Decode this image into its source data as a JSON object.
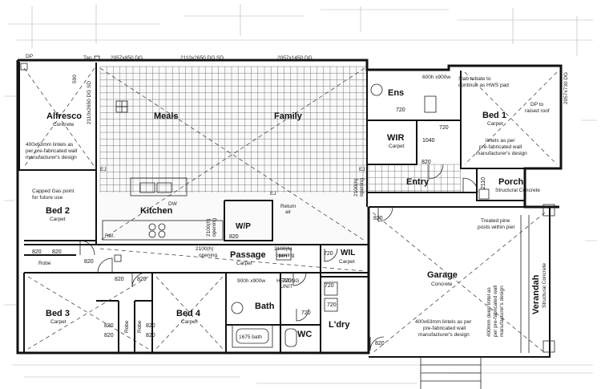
{
  "window_labels": {
    "w_alfresco_top": "2057x850 DG",
    "w_meals_top": "2110x2650 DG SD",
    "w_family_top": "2057x1450 DG",
    "w_alfresco_side": "2110x2650 DG SD",
    "w_bed1_side": "2057x730 DG",
    "w_ens": "600h x900w",
    "w_bath": "900h x900w",
    "dp": "DP",
    "tap": "Tap",
    "dim_590": "590",
    "ej1": "EJ",
    "ej2": "EJ",
    "ej3": "EJ"
  },
  "rooms": {
    "alfresco": {
      "name": "Alfresco",
      "floor": "Concrete"
    },
    "meals": {
      "name": "Meals"
    },
    "family": {
      "name": "Family"
    },
    "ens": {
      "name": "Ens"
    },
    "bed1": {
      "name": "Bed 1",
      "floor": "Carpet"
    },
    "wir": {
      "name": "WIR",
      "floor": "Carpet"
    },
    "bed2": {
      "name": "Bed 2",
      "floor": "Carpet"
    },
    "kitchen": {
      "name": "Kitchen"
    },
    "wp": {
      "name": "W/P"
    },
    "entry": {
      "name": "Entry"
    },
    "porch": {
      "name": "Porch",
      "floor": "Structural Concrete"
    },
    "passage": {
      "name": "Passage",
      "floor": "Carpet"
    },
    "wil": {
      "name": "WIL",
      "floor": "Carpet"
    },
    "garage": {
      "name": "Garage",
      "floor": "Concrete"
    },
    "verandah": {
      "name": "Verandah",
      "floor": "Structural Concrete"
    },
    "bed3": {
      "name": "Bed 3",
      "floor": "Carpet"
    },
    "bed4": {
      "name": "Bed 4",
      "floor": "Carpet"
    },
    "bath": {
      "name": "Bath"
    },
    "ldry": {
      "name": "L'dry"
    },
    "wc": {
      "name": "WC"
    },
    "robe_bed2": {
      "name": "Robe"
    },
    "robe_bed3": {
      "name": "Robe"
    },
    "robe_bed4": {
      "name": "Robe"
    }
  },
  "notes": {
    "lintel_alfresco": [
      "400x63mm lintels as",
      "per pre-fabricated wall",
      "manufacturer's design"
    ],
    "slab_rebate": [
      "Slab rebate to",
      "continue as HWS pad"
    ],
    "dp_raised": [
      "DP to",
      "raised roof"
    ],
    "lintel_bed1": [
      "lintels as per",
      "pre-fabricated wall",
      "manufacturer's design"
    ],
    "gas_point": [
      "Capped Gas point",
      "for future use"
    ],
    "treated_posts": [
      "Treated pine",
      "posts within pier"
    ],
    "lintel_garage_deep": [
      "400mm deep lintel as",
      "per pre-fabricated wall",
      "manufacturer's design"
    ],
    "lintel_garage_bottom": [
      "400x63mm lintels as per",
      "pre-fabricated wall",
      "manufacturer's design"
    ],
    "opening_kitchen": [
      "2100(h)",
      "opening"
    ],
    "opening_passage_left": [
      "2100(h)",
      "opening"
    ],
    "opening_passage_right": [
      "2100(h)",
      "opening"
    ],
    "opening_entry": [
      "2100(h)",
      "opening"
    ],
    "return_air": [
      "Return",
      "air"
    ],
    "heating_unit": [
      "HEATING",
      "UNIT"
    ],
    "mh": "MH",
    "bath_size": "1675 bath",
    "ref": "Ref.",
    "dw": "DW"
  },
  "doors": {
    "ens": "720",
    "wir": "720",
    "wir_w": "1040",
    "bed1": "820",
    "porch_side": "2110",
    "bed2_left": "820",
    "bed2_mid": "820",
    "bed2_pass": "820",
    "wp": "820",
    "wil": "720",
    "garage_entry": "820",
    "bed3": "820",
    "bed4": "820",
    "bath": "720",
    "robe3a": "820",
    "robe3b": "820",
    "robe4a": "820",
    "robe4b": "820",
    "ldry": "720",
    "wc": "720",
    "ldry_out": "820",
    "passage_bath": "720"
  }
}
